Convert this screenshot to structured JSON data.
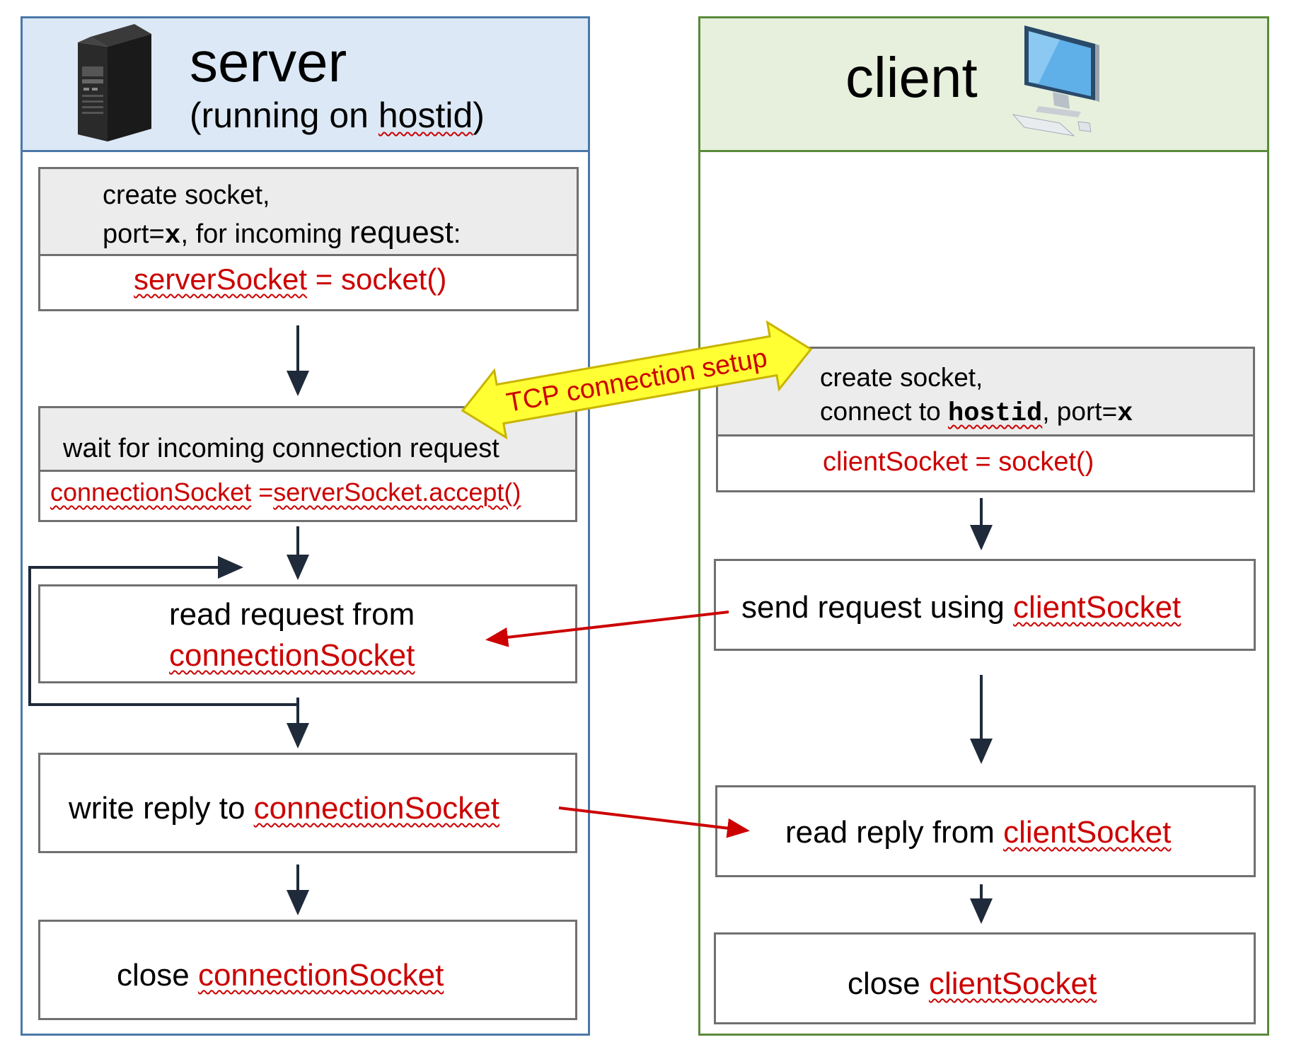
{
  "server": {
    "title": "server",
    "subtitle_prefix": "(running on ",
    "subtitle_host": "hostid",
    "subtitle_suffix": ")",
    "create_line1": "create socket,",
    "create_line2_a": "port=",
    "create_line2_x": "x",
    "create_line2_b": ", for incoming ",
    "create_line2_c": "request",
    "create_line2_d": ":",
    "create_code_var": "serverSocket",
    "create_code_rest": " = socket()",
    "wait_label": "wait for incoming connection request",
    "wait_code_var": "connectionSocket",
    "wait_code_eq": " =",
    "wait_code_call": "serverSocket.accept()",
    "read_line1": "read request from",
    "read_line2": "connectionSocket",
    "write_prefix": "write reply to ",
    "write_sock": "connectionSocket",
    "close_prefix": "close ",
    "close_sock": "connectionSocket"
  },
  "client": {
    "title": "client",
    "create_line1": "create socket,",
    "create_line2_a": "connect to ",
    "create_line2_host": "hostid",
    "create_line2_b": ", port=",
    "create_line2_x": "x",
    "create_code": "clientSocket = socket()",
    "send_prefix": "send request using ",
    "send_sock": "clientSocket",
    "read_prefix": "read reply from ",
    "read_sock": "clientSocket",
    "close_prefix": "close ",
    "close_sock": "clientSocket"
  },
  "tcp_label": "TCP connection setup",
  "colors": {
    "server_border": "#4a78a8",
    "server_header_bg": "#dce8f5",
    "client_border": "#5a8a3a",
    "client_header_bg": "#e6f0dc",
    "code_red": "#cc0000",
    "tcp_arrow_fill": "#ffff33",
    "arrow_dark": "#1f2a3a"
  },
  "icons": [
    "server-tower-icon",
    "desktop-computer-icon"
  ]
}
